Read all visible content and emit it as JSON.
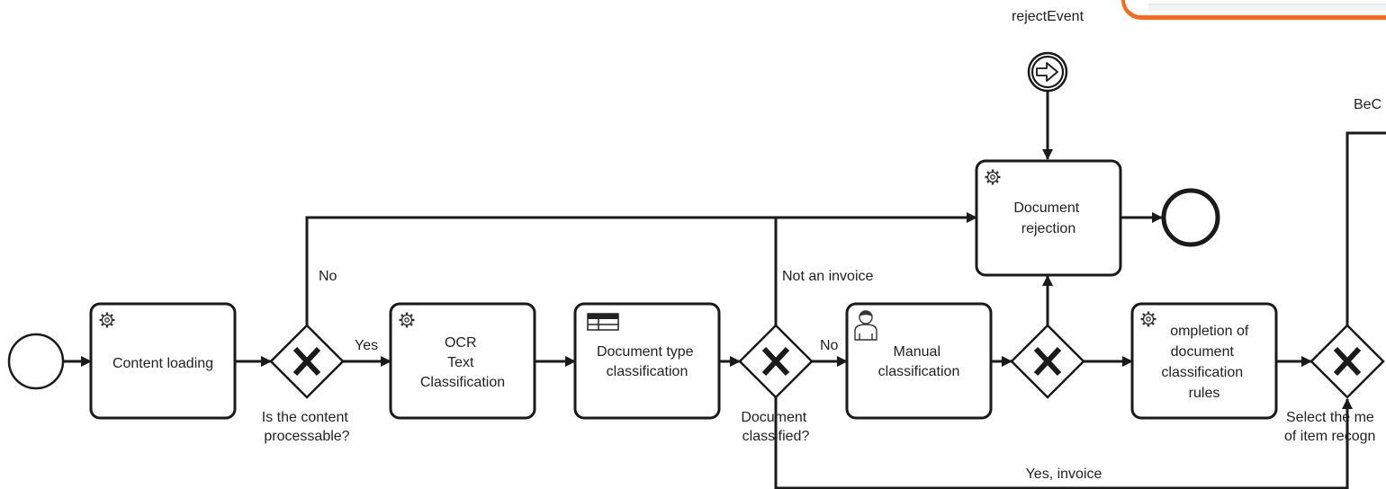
{
  "diagram": {
    "events": {
      "start": {
        "name": ""
      },
      "reject_event": {
        "label": "rejectEvent",
        "icon": "arrow-right-icon"
      },
      "end": {
        "name": ""
      }
    },
    "tasks": {
      "content_loading": {
        "label": [
          "Content loading"
        ],
        "icon": "gear-icon"
      },
      "ocr": {
        "label": [
          "OCR",
          "Text",
          "Classification"
        ],
        "icon": "gear-icon"
      },
      "doc_type": {
        "label": [
          "Document type",
          "classification"
        ],
        "icon": "table-icon"
      },
      "manual": {
        "label": [
          "Manual",
          "classification"
        ],
        "icon": "user-icon"
      },
      "completion": {
        "label": [
          "ompletion of",
          "document",
          "classification",
          "rules"
        ],
        "icon": "gear-icon"
      },
      "rejection": {
        "label": [
          "Document",
          "rejection"
        ],
        "icon": "gear-icon"
      }
    },
    "gateways": {
      "g1": {
        "label": [
          "Is the content",
          "processable?"
        ]
      },
      "g2": {
        "label": [
          "Document",
          "classified?"
        ]
      },
      "g4": {
        "label": [
          "Select the me",
          "of item recogn"
        ]
      }
    },
    "flow_labels": {
      "no1": "No",
      "yes1": "Yes",
      "no2": "No",
      "not_invoice": "Not an invoice",
      "yes_invoice": "Yes, invoice",
      "bec": "BeC"
    }
  }
}
